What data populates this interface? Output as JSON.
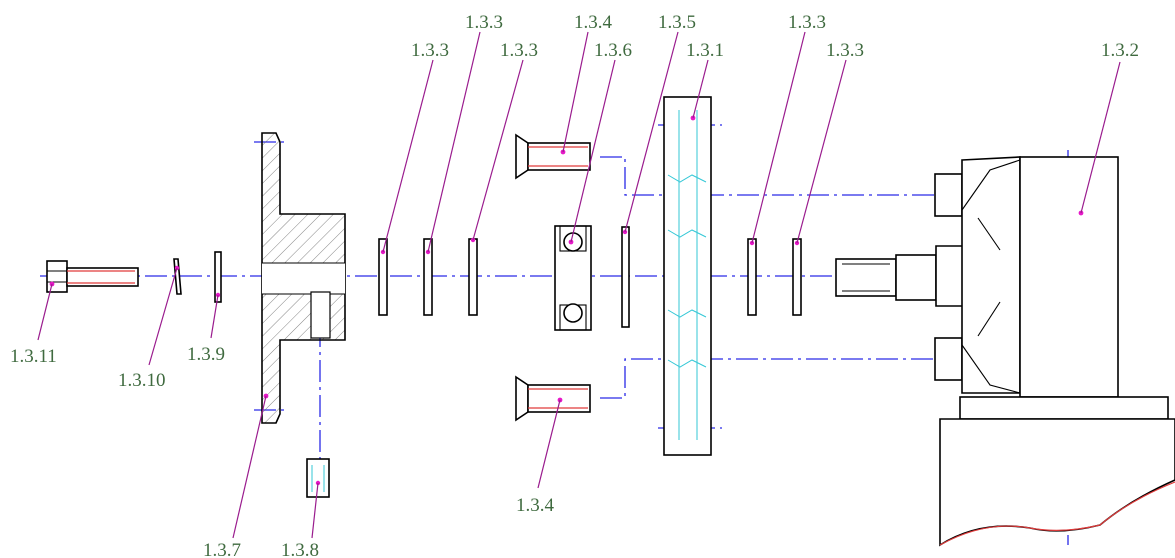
{
  "labels": {
    "l_1_3_11": "1.3.11",
    "l_1_3_10": "1.3.10",
    "l_1_3_9": "1.3.9",
    "l_1_3_7": "1.3.7",
    "l_1_3_8": "1.3.8",
    "l_1_3_3_a": "1.3.3",
    "l_1_3_3_b": "1.3.3",
    "l_1_3_3_c": "1.3.3",
    "l_1_3_4_top": "1.3.4",
    "l_1_3_6": "1.3.6",
    "l_1_3_5": "1.3.5",
    "l_1_3_1": "1.3.1",
    "l_1_3_3_d": "1.3.3",
    "l_1_3_3_e": "1.3.3",
    "l_1_3_2": "1.3.2",
    "l_1_3_4_bottom": "1.3.4"
  },
  "colors": {
    "label_text": "#3f6a3f",
    "leader_line": "#9a1c8e",
    "center_axis": "#2a2ae6",
    "thread_line": "#e03a3a",
    "hidden_detail": "#33c7d6",
    "marker_dot": "#e619c8"
  }
}
